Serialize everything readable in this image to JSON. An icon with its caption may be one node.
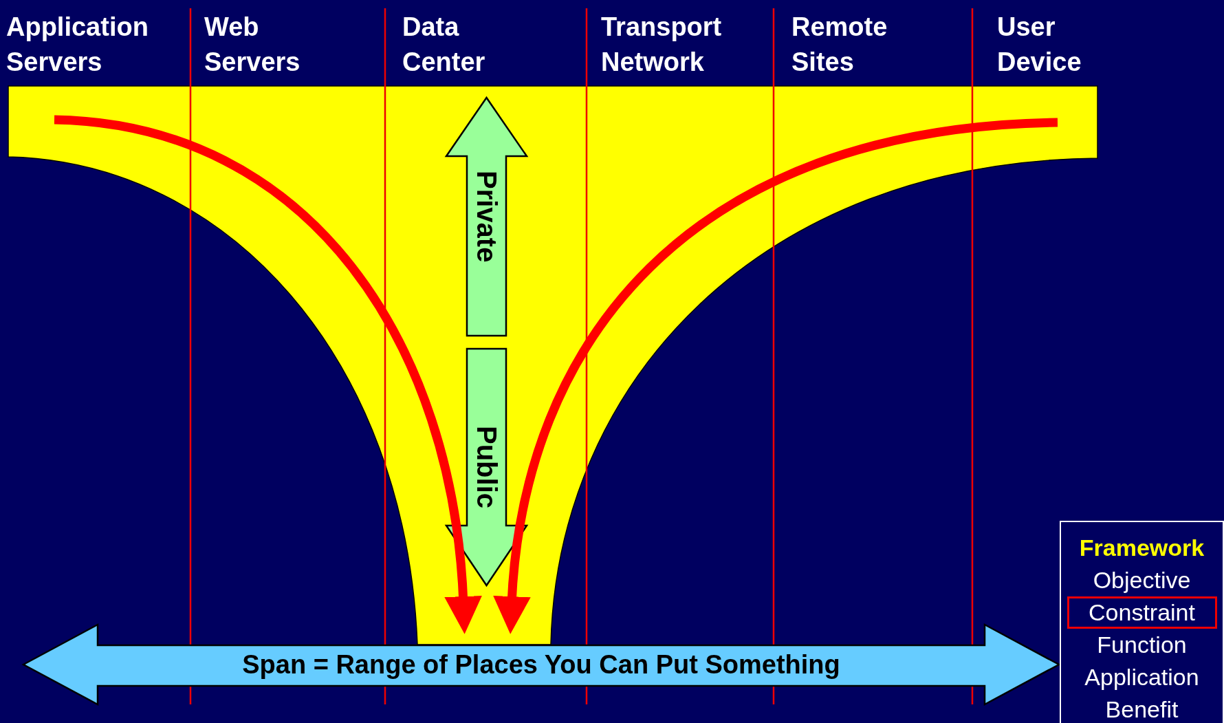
{
  "diagram": {
    "nodes": [
      {
        "text": [
          "Private"
        ]
      },
      {
        "text": [
          "Public"
        ]
      },
      {
        "text": [
          "Span = Range of Places You Can Put Something"
        ]
      },
      {
        "text": [
          "Framework",
          "Objective",
          "Function",
          "Application",
          "Benefit"
        ]
      },
      {
        "text": [
          "Constraint"
        ],
        "in": 3
      }
    ],
    "labels": [
      "Application Servers",
      "Web Servers",
      "Data Center",
      "Transport Network",
      "Remote Sites",
      "User Device"
    ]
  }
}
